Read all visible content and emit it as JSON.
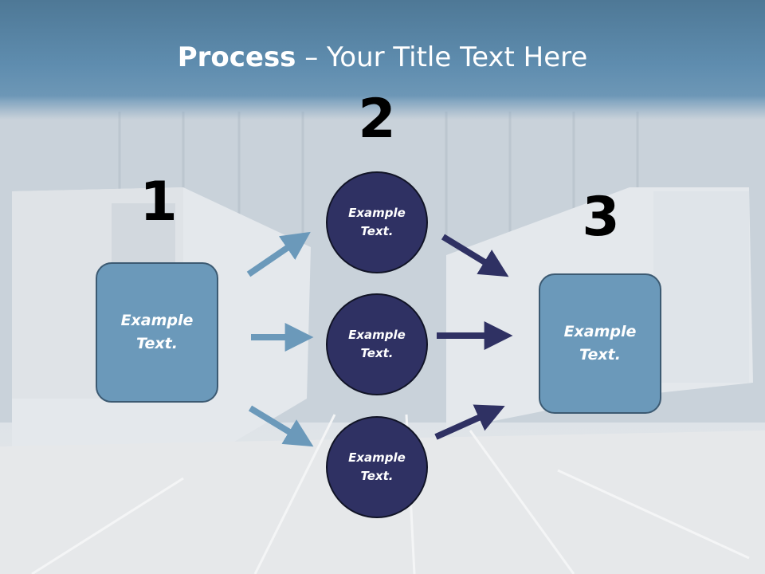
{
  "slide": {
    "title_bold": "Process",
    "title_rest": " – Your Title Text Here"
  },
  "steps": [
    {
      "number": "1",
      "label_line1": "Example",
      "label_line2": "Text."
    },
    {
      "number": "2",
      "circles": [
        {
          "line1": "Example",
          "line2": "Text."
        },
        {
          "line1": "Example",
          "line2": "Text."
        },
        {
          "line1": "Example",
          "line2": "Text."
        }
      ]
    },
    {
      "number": "3",
      "label_line1": "Example",
      "label_line2": "Text."
    }
  ],
  "colors": {
    "title_band": "#5f8daf",
    "box_fill": "#6b99ba",
    "circle_fill": "#2f3163",
    "arrow_light": "#6b99ba",
    "arrow_dark": "#2f3163"
  }
}
